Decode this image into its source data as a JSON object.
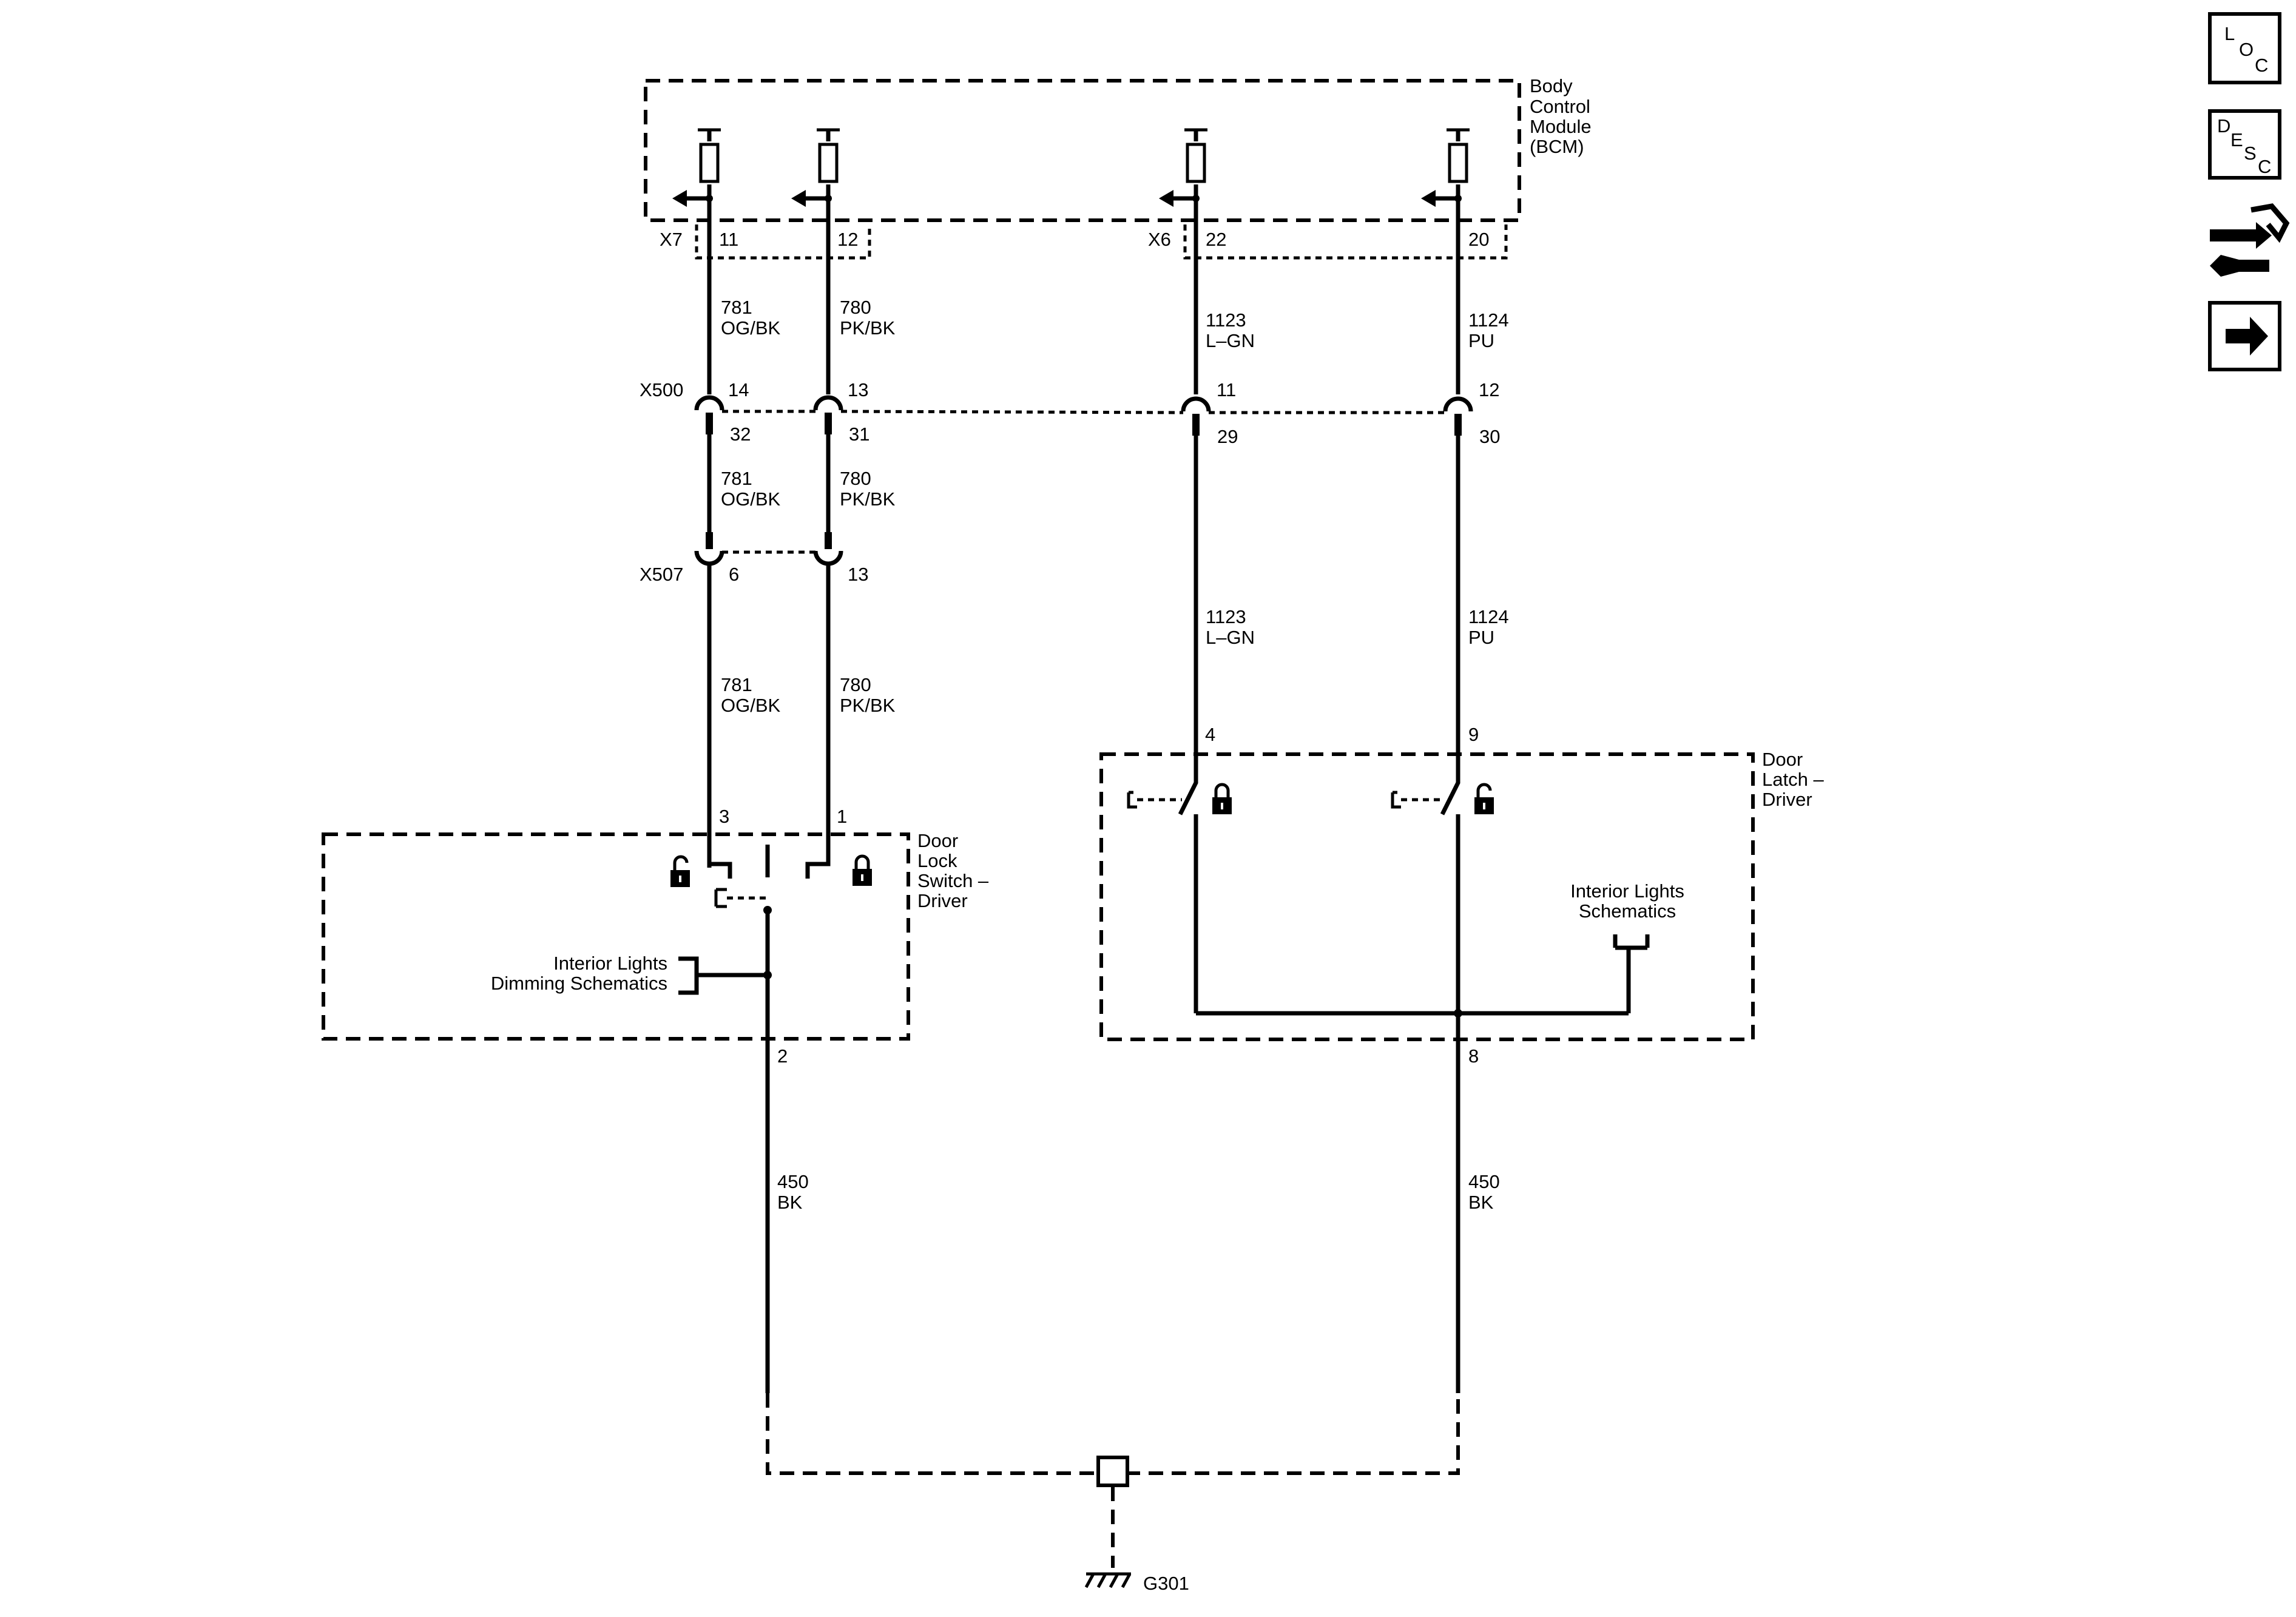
{
  "modules": {
    "bcm": {
      "line1": "Body",
      "line2": "Control",
      "line3": "Module",
      "line4": "(BCM)"
    },
    "door_lock_switch": {
      "line1": "Door",
      "line2": "Lock",
      "line3": "Switch –",
      "line4": "Driver"
    },
    "door_latch": {
      "line1": "Door",
      "line2": "Latch –",
      "line3": "Driver"
    }
  },
  "connectors": {
    "x7": "X7",
    "x6": "X6",
    "x500": "X500",
    "x507": "X507"
  },
  "pins": {
    "x7_11": "11",
    "x7_12": "12",
    "x6_22": "22",
    "x6_20": "20",
    "x500_14": "14",
    "x500_13": "13",
    "x500_11": "11",
    "x500_12": "12",
    "x500_32": "32",
    "x500_31": "31",
    "x500_29": "29",
    "x500_30": "30",
    "x507_6": "6",
    "x507_13": "13",
    "sw_3": "3",
    "sw_1": "1",
    "sw_2": "2",
    "latch_4": "4",
    "latch_9": "9",
    "latch_8": "8"
  },
  "wires": {
    "w781": {
      "circuit": "781",
      "color": "OG/BK"
    },
    "w780": {
      "circuit": "780",
      "color": "PK/BK"
    },
    "w1123": {
      "circuit": "1123",
      "color": "L–GN"
    },
    "w1124": {
      "circuit": "1124",
      "color": "PU"
    },
    "w450": {
      "circuit": "450",
      "color": "BK"
    }
  },
  "refs": {
    "dimming": {
      "line1": "Interior Lights",
      "line2": "Dimming Schematics"
    },
    "interior": {
      "line1": "Interior Lights",
      "line2": "Schematics"
    }
  },
  "ground": {
    "label": "G301"
  },
  "sidebar": {
    "loc": {
      "l": "L",
      "o": "O",
      "c": "C"
    },
    "desc": {
      "d": "D",
      "e": "E",
      "s": "S",
      "c": "C"
    },
    "connector_icon": "connector-end-view-icon",
    "next_icon": "arrow-right-icon"
  }
}
